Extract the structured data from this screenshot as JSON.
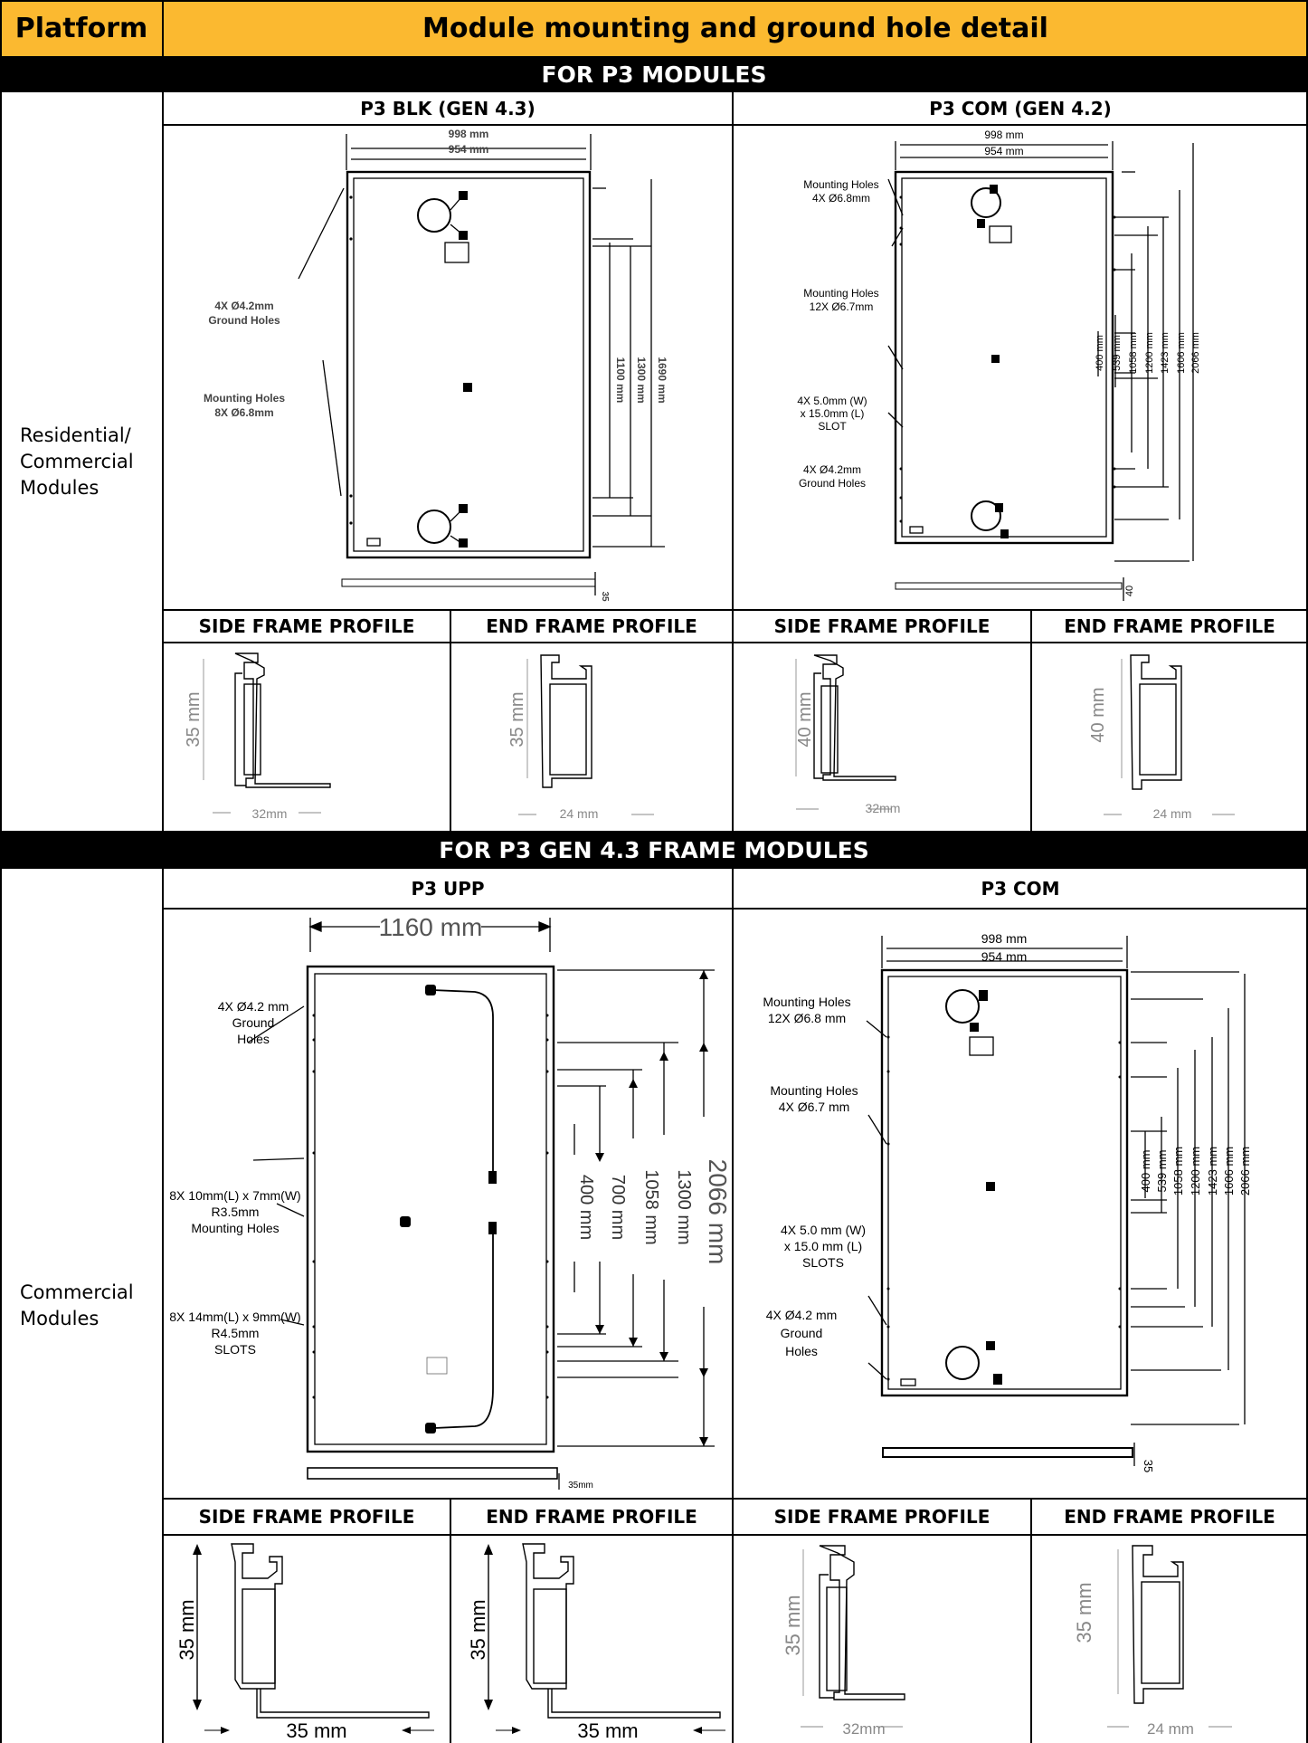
{
  "header": {
    "platform": "Platform",
    "title": "Module mounting and ground hole detail"
  },
  "section1": {
    "banner": "FOR P3 MODULES",
    "platform": "Residential/\nCommercial\nModules",
    "left": {
      "title": "P3 BLK (GEN 4.3)",
      "width_outer": "998 mm",
      "width_inner": "954 mm",
      "ground_holes": [
        "4X Ø4.2mm",
        "Ground Holes"
      ],
      "mounting_holes": [
        "Mounting Holes",
        "8X Ø6.8mm"
      ],
      "dims": [
        "1100 mm",
        "1300 mm",
        "1690 mm"
      ],
      "thickness": "35"
    },
    "right": {
      "title": "P3 COM (GEN 4.2)",
      "width_outer": "998 mm",
      "width_inner": "954 mm",
      "mounting_a": [
        "Mounting Holes",
        "4X Ø6.8mm"
      ],
      "mounting_b": [
        "Mounting Holes",
        "12X Ø6.7mm"
      ],
      "slot": [
        "4X 5.0mm (W)",
        "x 15.0mm (L)",
        "SLOT"
      ],
      "ground": [
        "4X Ø4.2mm",
        "Ground Holes"
      ],
      "dims": [
        "400 mm",
        "539 mm",
        "1058 mm",
        "1200 mm",
        "1423 mm",
        "1606 mm",
        "2066 mm"
      ],
      "thickness": "40"
    },
    "profiles": [
      {
        "label": "SIDE FRAME PROFILE",
        "height": "35 mm",
        "width": "32mm"
      },
      {
        "label": "END FRAME PROFILE",
        "height": "35 mm",
        "width": "24 mm"
      },
      {
        "label": "SIDE FRAME PROFILE",
        "height": "40 mm",
        "width": "32mm"
      },
      {
        "label": "END FRAME PROFILE",
        "height": "40 mm",
        "width": "24 mm"
      }
    ]
  },
  "section2": {
    "banner": "FOR P3 GEN 4.3 FRAME MODULES",
    "platform": "Commercial\nModules",
    "left": {
      "title": "P3 UPP",
      "width": "1160 mm",
      "ground": [
        "4X Ø4.2 mm",
        "Ground",
        "Holes"
      ],
      "mounting": [
        "8X 10mm(L) x 7mm(W)",
        "R3.5mm",
        "Mounting Holes"
      ],
      "slots": [
        "8X 14mm(L) x 9mm(W)",
        "R4.5mm",
        "SLOTS"
      ],
      "dims": [
        "400 mm",
        "700 mm",
        "1058 mm",
        "1300 mm"
      ],
      "height": "2066 mm",
      "thickness": "35mm"
    },
    "right": {
      "title": "P3 COM",
      "width_outer": "998 mm",
      "width_inner": "954 mm",
      "mounting_a": [
        "Mounting Holes",
        "12X Ø6.8 mm"
      ],
      "mounting_b": [
        "Mounting Holes",
        "4X Ø6.7 mm"
      ],
      "slots": [
        "4X 5.0 mm (W)",
        "x 15.0 mm (L)",
        "SLOTS"
      ],
      "ground": [
        "4X Ø4.2 mm",
        "Ground",
        "Holes"
      ],
      "dims": [
        "400 mm",
        "539 mm",
        "1058 mm",
        "1200 mm",
        "1423 mm",
        "1606 mm",
        "2066 mm"
      ],
      "thickness": "35"
    },
    "profiles": [
      {
        "label": "SIDE FRAME PROFILE",
        "height": "35 mm",
        "width": "35 mm"
      },
      {
        "label": "END FRAME PROFILE",
        "height": "35 mm",
        "width": "35 mm"
      },
      {
        "label": "SIDE FRAME PROFILE",
        "height": "35 mm",
        "width": "32mm"
      },
      {
        "label": "END FRAME PROFILE",
        "height": "35 mm",
        "width": "24 mm"
      }
    ]
  }
}
